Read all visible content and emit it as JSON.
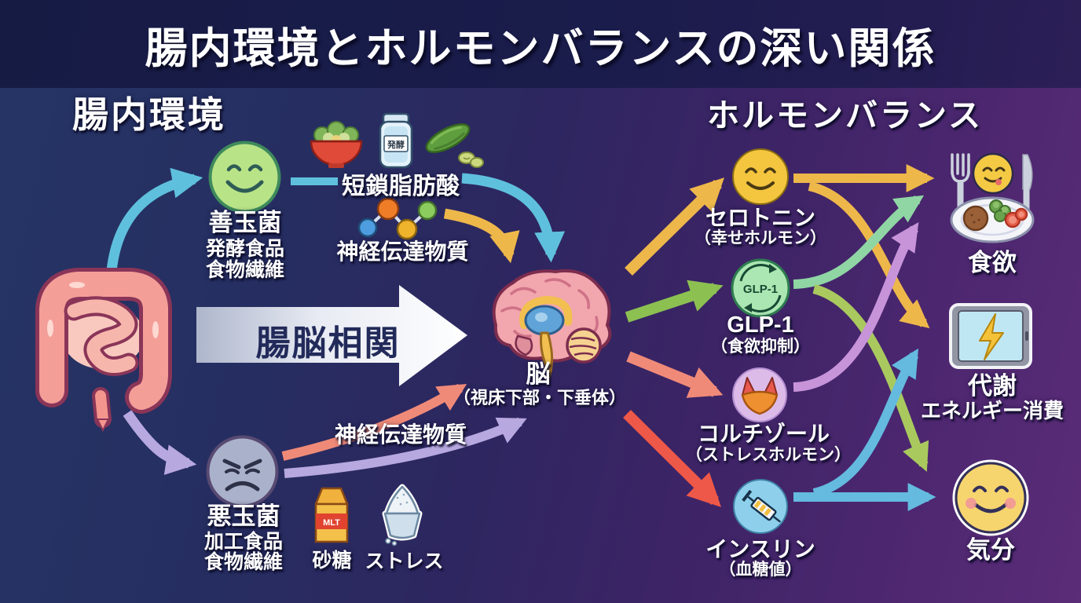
{
  "title": "腸内環境とホルモンバランスの深い関係",
  "headers": {
    "left": "腸内環境",
    "right": "ホルモンバランス"
  },
  "gut_side": {
    "good_bacteria": {
      "label": "善玉菌",
      "line1": "発酵食品",
      "line2": "食物繊維",
      "icon": "happy-bacteria-face"
    },
    "bad_bacteria": {
      "label": "悪玉菌",
      "line1": "加工食品",
      "line2": "食物繊維",
      "icon": "angry-bacteria-face"
    },
    "scfa_label": "短鎖脂肪酸",
    "neurotransmitter_top": "神経伝達物質",
    "neurotransmitter_bottom": "神経伝達物質",
    "gut_brain_axis": "腸脳相関",
    "brain": {
      "label": "脳",
      "sub": "（視床下部・下垂体）"
    },
    "jar_label": "発酵",
    "carton_label": "MLT",
    "sugar_label": "砂糖",
    "stress_label": "ストレス"
  },
  "hormone_side": {
    "serotonin": {
      "label": "セロトニン",
      "sub": "（幸せホルモン）",
      "icon": "smiling-face"
    },
    "glp1": {
      "label": "GLP-1",
      "sub": "（食欲抑制）",
      "badge": "GLP-1",
      "icon": "cycle-badge"
    },
    "cortisol": {
      "label": "コルチゾール",
      "sub": "（ストレスホルモン）",
      "icon": "adrenal-gland"
    },
    "insulin": {
      "label": "インスリン",
      "sub": "（血糖値）",
      "icon": "syringe"
    },
    "appetite": {
      "label": "食欲",
      "icon": "meal-plate"
    },
    "metabolism": {
      "label": "代謝",
      "sub": "エネルギー消費",
      "icon": "battery-bolt-tablet"
    },
    "mood": {
      "label": "気分",
      "icon": "blushing-smiley"
    }
  },
  "connections": [
    {
      "from": "腸",
      "to": "善玉菌",
      "color": "blue"
    },
    {
      "from": "腸",
      "to": "悪玉菌",
      "color": "lavender"
    },
    {
      "from": "腸",
      "to": "脳",
      "via": "腸脳相関",
      "color": "white"
    },
    {
      "from": "善玉菌",
      "to": "短鎖脂肪酸",
      "color": "blue"
    },
    {
      "from": "短鎖脂肪酸",
      "to": "脳",
      "color": "blue"
    },
    {
      "from": "神経伝達物質",
      "to": "脳",
      "color": "yellow"
    },
    {
      "from": "悪玉菌",
      "to": "脳",
      "via": "神経伝達物質",
      "color": "salmon"
    },
    {
      "from": "悪玉菌",
      "to": "脳",
      "color": "lavender"
    },
    {
      "from": "脳",
      "to": "セロトニン",
      "color": "yellow"
    },
    {
      "from": "脳",
      "to": "GLP-1",
      "color": "green"
    },
    {
      "from": "脳",
      "to": "コルチゾール",
      "color": "salmon"
    },
    {
      "from": "脳",
      "to": "インスリン",
      "color": "red"
    },
    {
      "from": "セロトニン",
      "to": "食欲",
      "color": "yellow"
    },
    {
      "from": "セロトニン",
      "to": "代謝",
      "color": "yellow"
    },
    {
      "from": "GLP-1",
      "to": "食欲",
      "color": "mint"
    },
    {
      "from": "GLP-1",
      "to": "気分",
      "color": "olive"
    },
    {
      "from": "コルチゾール",
      "to": "食欲",
      "color": "purple"
    },
    {
      "from": "インスリン",
      "to": "代謝",
      "color": "sky"
    },
    {
      "from": "インスリン",
      "to": "気分",
      "color": "sky"
    }
  ],
  "colors": {
    "bg_left": "#253565",
    "bg_right": "#5b2c78",
    "title_band": "#1a1c4b",
    "arrow_blue": "#5fc0dd",
    "arrow_yellow": "#eeb74a",
    "arrow_salmon": "#f08a78",
    "arrow_lavender": "#b7a8e0",
    "arrow_red": "#ee5848",
    "arrow_green": "#8cc152",
    "arrow_mint": "#8fd6a4",
    "arrow_olive": "#a9c95e",
    "arrow_purple": "#c793d9",
    "arrow_sky": "#64badf",
    "good_bacteria_fill": "#b9e387",
    "bad_bacteria_fill": "#aab1cb",
    "serotonin_fill": "#f4c53f",
    "glp1_fill": "#abe7b2",
    "cortisol_fill": "#dcbbe9",
    "insulin_fill": "#8ed0ec"
  }
}
